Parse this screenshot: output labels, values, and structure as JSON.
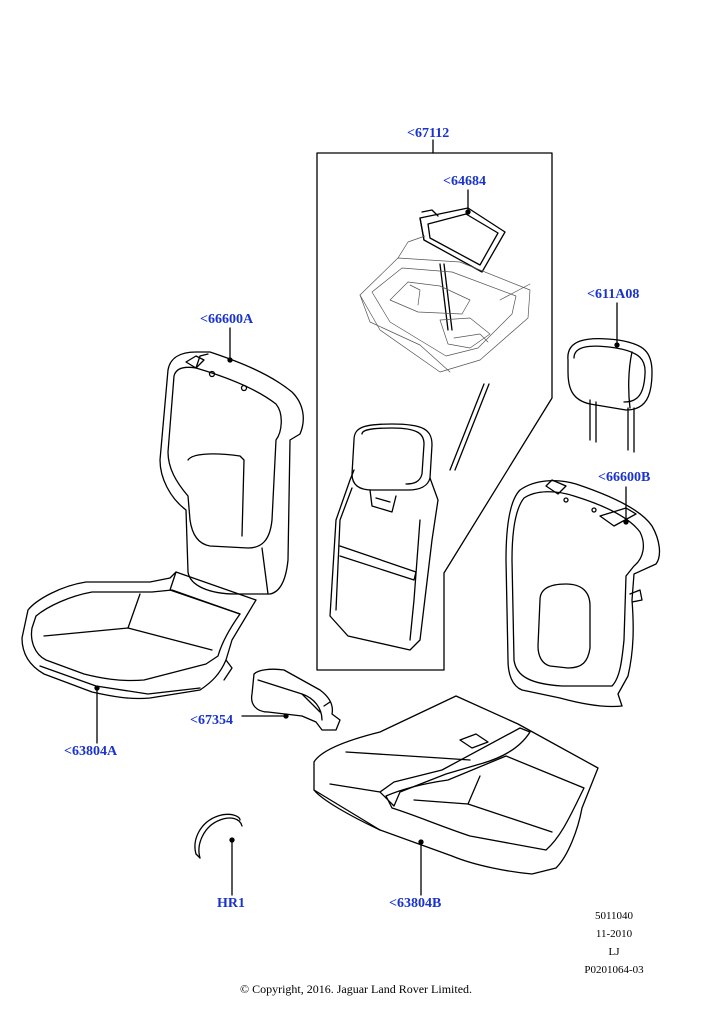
{
  "callouts": {
    "c67112": "<67112",
    "c64684": "<64684",
    "c611A08": "<611A08",
    "c66600A": "<66600A",
    "c66600B": "<66600B",
    "c67354": "<67354",
    "c63804A": "<63804A",
    "c63804B": "<63804B",
    "cHR1": "HR1"
  },
  "meta": {
    "line1": "5011040",
    "line2": "11-2010",
    "line3": "LJ",
    "line4": "P0201064-03"
  },
  "copyright": "© Copyright, 2016. Jaguar Land Rover Limited.",
  "colors": {
    "callout": "#1a33cc",
    "line": "#000000"
  }
}
